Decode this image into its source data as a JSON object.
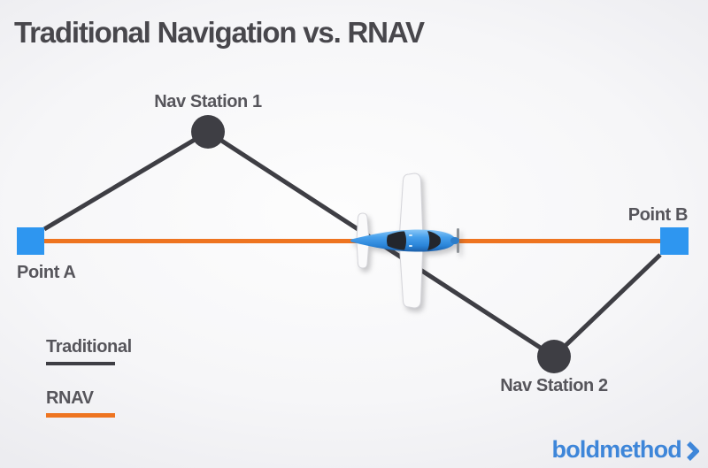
{
  "title": "Traditional Navigation vs. RNAV",
  "diagram": {
    "stations": [
      {
        "id": "nav-station-1",
        "label": "Nav Station 1"
      },
      {
        "id": "nav-station-2",
        "label": "Nav Station 2"
      }
    ],
    "waypoints": [
      {
        "id": "point-a",
        "label": "Point A"
      },
      {
        "id": "point-b",
        "label": "Point B"
      }
    ],
    "routes": [
      {
        "id": "traditional",
        "color": "#3e3e44"
      },
      {
        "id": "rnav",
        "color": "#ee7420"
      }
    ],
    "airplane": {
      "icon": "airplane-top-view-icon"
    }
  },
  "legend": [
    {
      "label": "Traditional",
      "color": "#3e3e44"
    },
    {
      "label": "RNAV",
      "color": "#ee7420"
    }
  ],
  "brand": {
    "name": "boldmethod",
    "chevron_icon": "chevron-right-icon"
  },
  "colors": {
    "traditional_line": "#3e3e44",
    "rnav_line": "#ee7420",
    "waypoint_blue": "#2e96f0",
    "title_text": "#48474c",
    "label_text": "#56555b",
    "brand_blue": "#3e86d9",
    "background_center": "#fdfdfd",
    "background_edge": "#dcdce1"
  }
}
